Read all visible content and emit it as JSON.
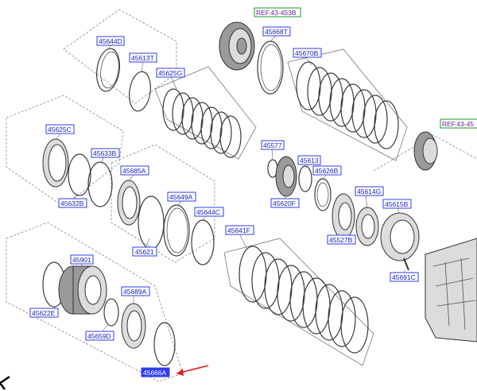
{
  "labels": [
    {
      "id": "l45644D",
      "text": "45644D"
    },
    {
      "id": "l45613T",
      "text": "45613T"
    },
    {
      "id": "l45625G",
      "text": "45625G"
    },
    {
      "id": "l45668T",
      "text": "45668T"
    },
    {
      "id": "l45670B",
      "text": "45670B"
    },
    {
      "id": "l45625C",
      "text": "45625C"
    },
    {
      "id": "l45633B",
      "text": "45633B"
    },
    {
      "id": "l45632B",
      "text": "45632B"
    },
    {
      "id": "l45685A",
      "text": "45685A"
    },
    {
      "id": "l45649A",
      "text": "45649A"
    },
    {
      "id": "l45644C",
      "text": "45644C"
    },
    {
      "id": "l45621",
      "text": "45621"
    },
    {
      "id": "l45577",
      "text": "45577"
    },
    {
      "id": "l45613",
      "text": "45613"
    },
    {
      "id": "l45626B",
      "text": "45626B"
    },
    {
      "id": "l45620F",
      "text": "45620F"
    },
    {
      "id": "l45614G",
      "text": "45614G"
    },
    {
      "id": "l45615B",
      "text": "45615B"
    },
    {
      "id": "l45527B",
      "text": "45527B"
    },
    {
      "id": "l45691C",
      "text": "45691C"
    },
    {
      "id": "l45641F",
      "text": "45641F"
    },
    {
      "id": "l45901",
      "text": "45901"
    },
    {
      "id": "l45622E",
      "text": "45622E"
    },
    {
      "id": "l45689A",
      "text": "45689A"
    },
    {
      "id": "l45659D",
      "text": "45659D"
    },
    {
      "id": "l45666A",
      "text": "45666A"
    }
  ],
  "refs": [
    {
      "id": "r1",
      "text": "REF.43-453B"
    },
    {
      "id": "r2",
      "text": "REF.43-45"
    }
  ],
  "colors": {
    "label_border": "#2f3cf0",
    "label_text": "#1b22b8",
    "label_highlight": "#2f3cf0",
    "ref_border": "#1d9a2e",
    "ref_text": "#6b1fa0",
    "arrow": "#e02020"
  }
}
